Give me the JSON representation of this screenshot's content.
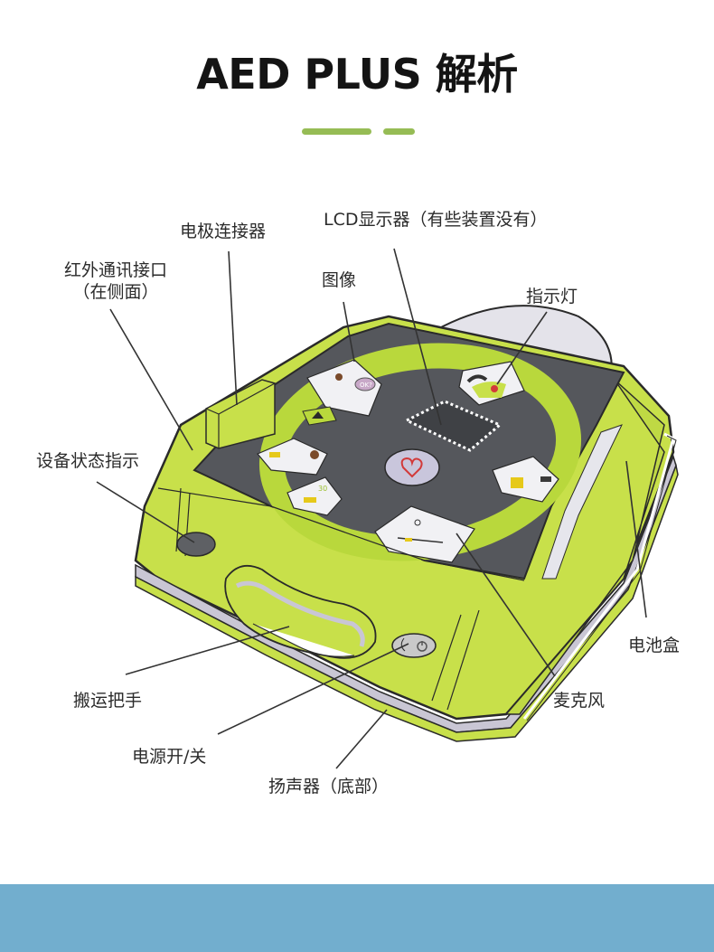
{
  "header": {
    "title": "AED PLUS 解析",
    "divider_color": "#96bc55"
  },
  "diagram": {
    "subject": "AED Plus device illustration",
    "colors": {
      "body_green": "#c8e04a",
      "panel_gray": "#55575c",
      "ring_green": "#b9d83c",
      "outline": "#2a2a2a",
      "trim_gray": "#c9c6d4"
    },
    "labels": {
      "electrode_connector": "电极连接器",
      "lcd_display": "LCD显示器（有些装置没有）",
      "infrared_port_line1": "红外通讯接口",
      "infrared_port_line2": "（在侧面）",
      "graphics": "图像",
      "indicator_light": "指示灯",
      "device_status": "设备状态指示",
      "battery_box": "电池盒",
      "carry_handle": "搬运把手",
      "microphone": "麦克风",
      "power_switch": "电源开/关",
      "speaker": "扬声器（底部）"
    },
    "panel_icons": {
      "ok_badge": "OK?",
      "cpr_count": "30"
    }
  },
  "footer": {
    "band_color": "#72aece"
  }
}
